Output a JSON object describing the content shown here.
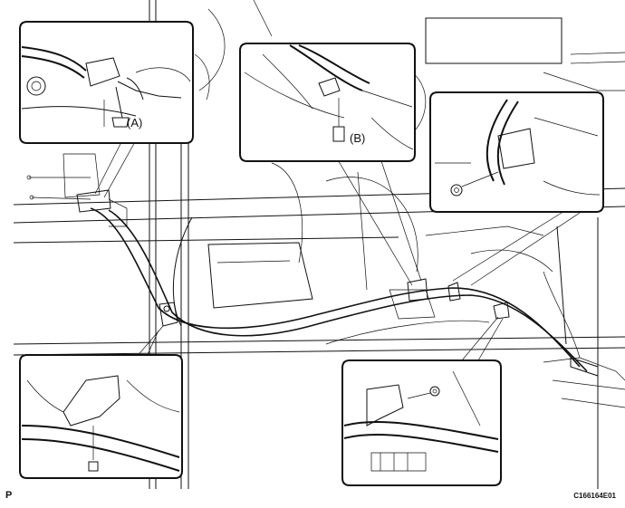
{
  "labels": {
    "a": "(A)",
    "b": "(B)"
  },
  "footer": {
    "letter": "P",
    "code": "C166164E01"
  }
}
